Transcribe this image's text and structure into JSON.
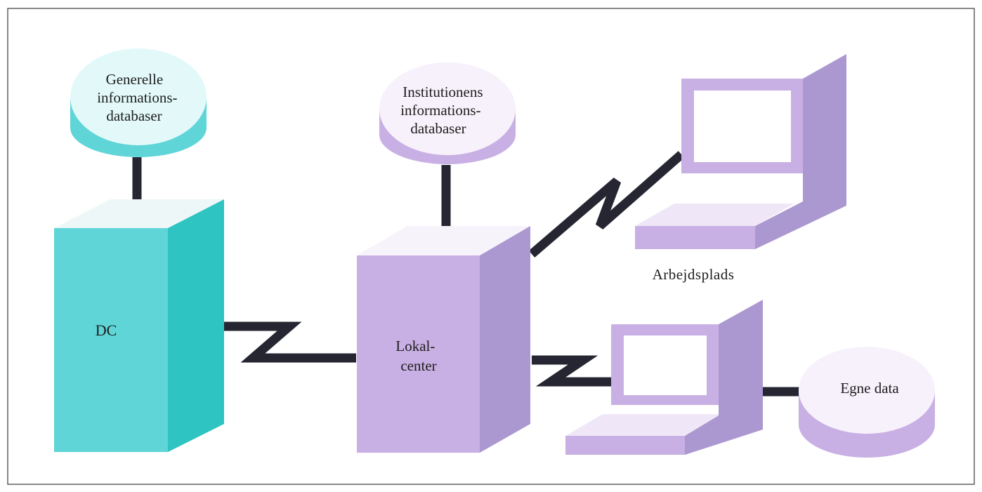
{
  "colors": {
    "teal_front": "#5fd5d8",
    "teal_side": "#2ec4c2",
    "teal_top": "#e3f9f9",
    "violet_front": "#c9b0e4",
    "violet_side": "#ac98d0",
    "violet_top": "#f7f1fb",
    "connector": "#262633",
    "frame": "#3a3a3a"
  },
  "icons": {
    "general_db": "database-cylinder-icon",
    "institution_db": "database-cylinder-icon",
    "own_db": "database-cylinder-icon",
    "dc_server": "server-box-icon",
    "local_center": "server-box-icon",
    "workstation": "computer-terminal-icon"
  },
  "nodes": {
    "general_db": {
      "label_lines": [
        "Generelle",
        "informations-",
        "databaser"
      ]
    },
    "institution_db": {
      "label_lines": [
        "Institutionens",
        "informations-",
        "databaser"
      ]
    },
    "dc": {
      "label": "DC"
    },
    "local_center": {
      "label_lines": [
        "Lokal-",
        "center"
      ]
    },
    "workstations": {
      "label": "Arbejdsplads"
    },
    "own_data": {
      "label": "Egne data"
    }
  }
}
